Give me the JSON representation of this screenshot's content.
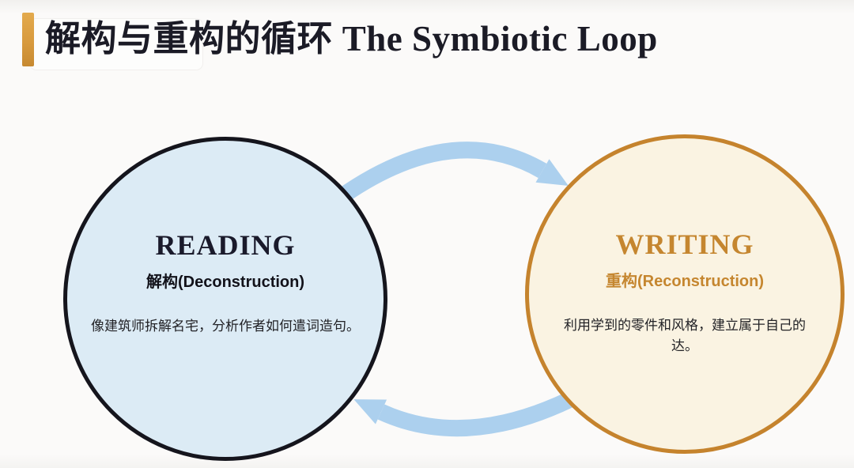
{
  "title": {
    "text": "解构与重构的循环 The Symbiotic Loop"
  },
  "circles": {
    "reading": {
      "heading": "READING",
      "subtitle": "解构(Deconstruction)",
      "body": "像建筑师拆解名宅，分析作者如何遣词造句。"
    },
    "writing": {
      "heading": "WRITING",
      "subtitle": "重构(Reconstruction)",
      "body": "利用学到的零件和风格，建立属于自己的达。"
    }
  },
  "colors": {
    "background": "#fbfaf9",
    "accent-orange": "#d89a3e",
    "title-ink": "#1b1b26",
    "arrow-blue": "#acd0ee",
    "reading-fill": "#dcebf5",
    "reading-border": "#15151d",
    "writing-fill": "#faf3e2",
    "writing-border": "#c5832d",
    "writing-text": "#c5862f",
    "body-ink": "#222226"
  }
}
